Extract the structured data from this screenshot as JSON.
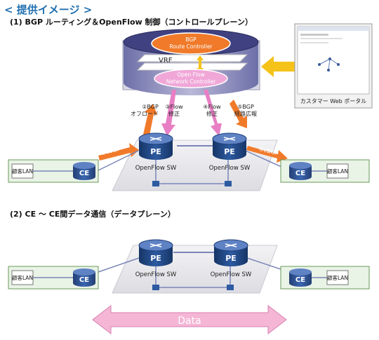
{
  "header": {
    "title": "< 提供イメージ >"
  },
  "section1": {
    "heading": "(1) BGP ルーティング＆OpenFlow 制御（コントロールプレーン）",
    "bgp_controller": [
      "BGP",
      "Route Controller"
    ],
    "vrf": "VRF",
    "openflow_controller": [
      "Open Flow",
      "Network Controller"
    ],
    "portal_label": "カスタマー Web ポータル",
    "steps": {
      "s1": "①eBGP",
      "s2": [
        "②BGP",
        "オフロード"
      ],
      "s3": [
        "③Flow",
        "修正"
      ],
      "s4": [
        "④Flow",
        "修正"
      ],
      "s5": [
        "⑤BGP",
        "経路広報"
      ],
      "s6": "⑥eBGP"
    },
    "pe": "PE",
    "switch_label": "OpenFlow SW",
    "ce": "CE",
    "customer_lan": "顧客LAN"
  },
  "section2": {
    "heading": "(2) CE ～ CE間データ通信（データプレーン）",
    "pe": "PE",
    "switch_label": "OpenFlow SW",
    "ce": "CE",
    "customer_lan": "顧客LAN",
    "data_label": "Data"
  },
  "colors": {
    "title_blue": "#1f6fb0",
    "orange": "#f07a2a",
    "pink": "#e87fc4",
    "router_navy": "#1d3f7a",
    "yellow": "#f5c21a",
    "lan_green": "#e9f3e6",
    "data_pink": "#f5b6d6"
  }
}
